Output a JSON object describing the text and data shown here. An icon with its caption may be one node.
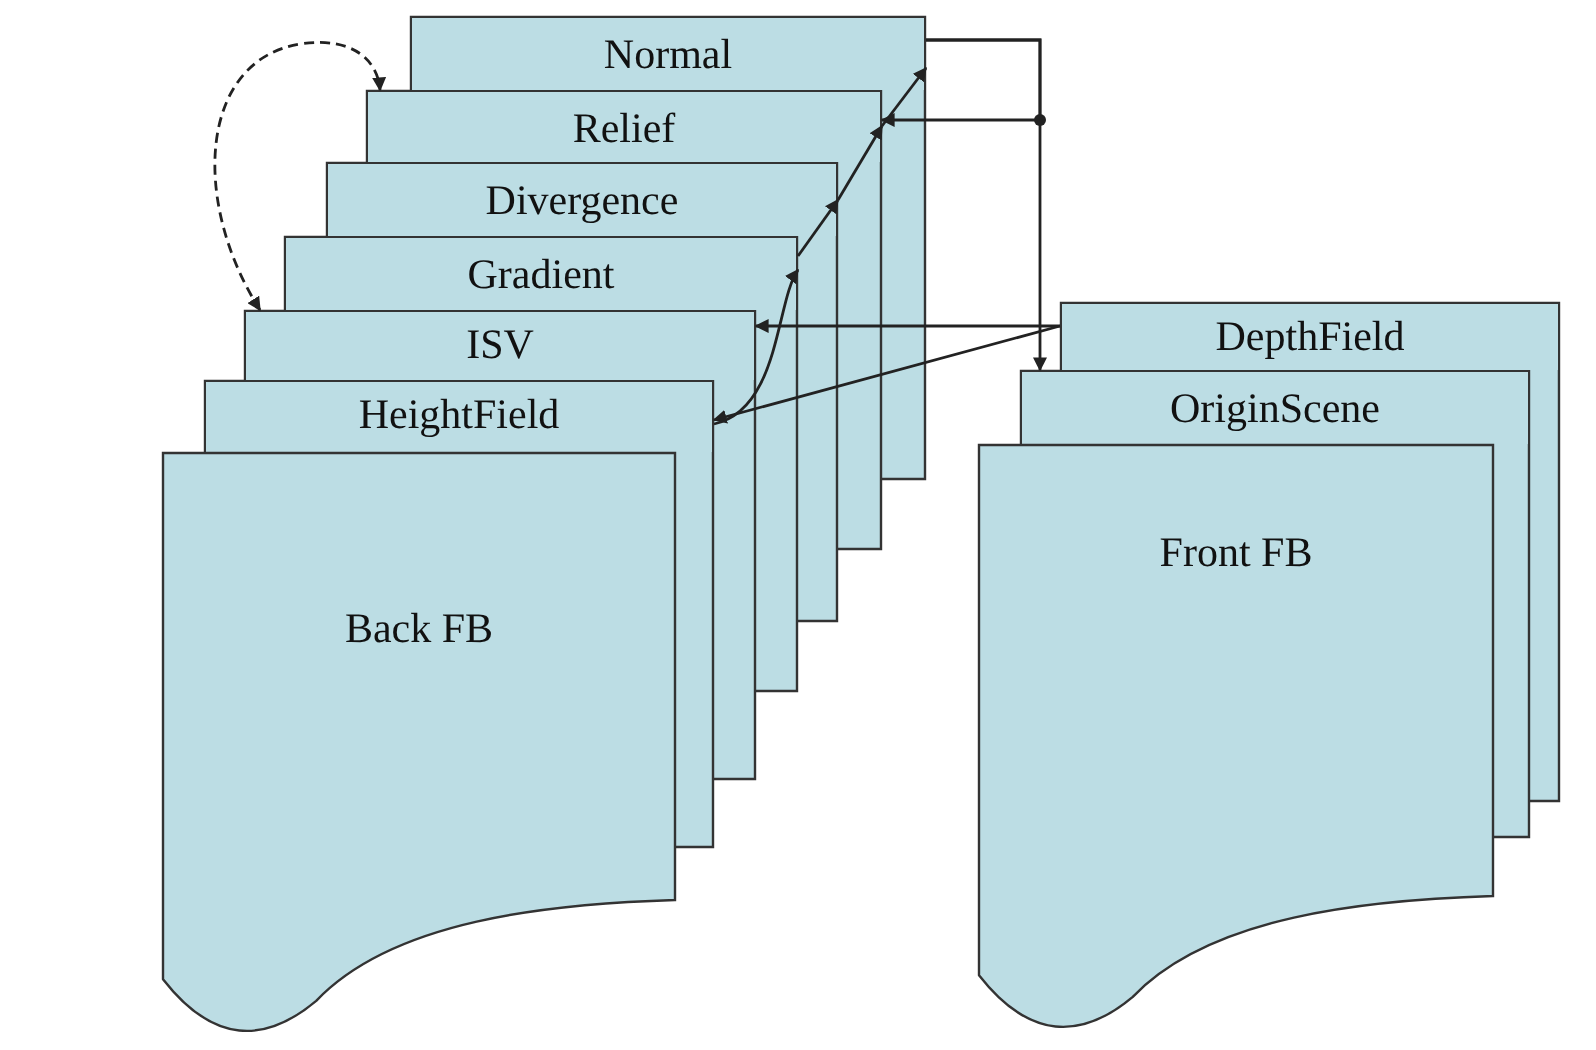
{
  "diagram": {
    "nodes": [
      {
        "text": [
          "Normal"
        ]
      },
      {
        "text": [
          "Relief"
        ]
      },
      {
        "text": [
          "Divergence"
        ]
      },
      {
        "text": [
          "Gradient"
        ]
      },
      {
        "text": [
          "ISV"
        ]
      },
      {
        "text": [
          "HeightField"
        ]
      },
      {
        "text": [
          "Back FB"
        ]
      },
      {
        "text": [
          "DepthField"
        ]
      },
      {
        "text": [
          "OriginScene"
        ]
      },
      {
        "text": [
          "Front FB"
        ]
      }
    ],
    "edges": [
      {
        "from": 4,
        "to": 1,
        "arrow": "both",
        "style": "dashed"
      },
      {
        "from": 5,
        "to": 3,
        "arrow": "to"
      },
      {
        "from": 3,
        "to": 2,
        "arrow": "to"
      },
      {
        "from": 2,
        "to": 1,
        "arrow": "to"
      },
      {
        "from": 1,
        "to": 0,
        "arrow": "to"
      },
      {
        "from": 0,
        "to": 8,
        "arrow": "to"
      },
      {
        "from": 0,
        "to": 1,
        "arrow": "to"
      },
      {
        "from": 7,
        "to": 4,
        "arrow": "to"
      },
      {
        "from": 7,
        "to": 5,
        "arrow": "to"
      }
    ]
  }
}
